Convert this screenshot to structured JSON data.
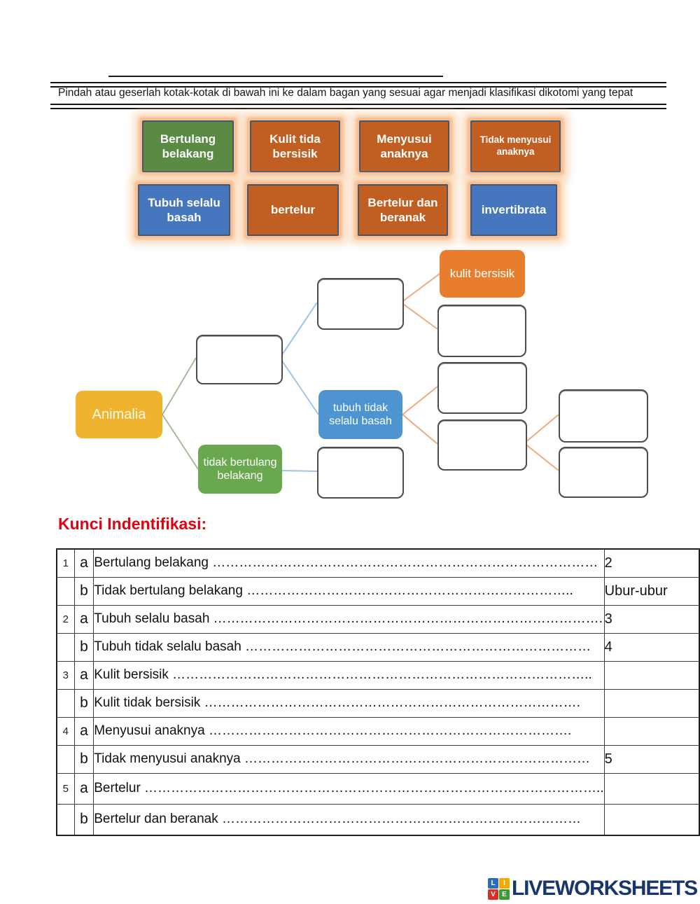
{
  "header": {
    "instruction": "Pindah atau geserlah kotak-kotak di bawah ini ke dalam bagan yang sesuai agar menjadi klasifikasi dikotomi yang tepat"
  },
  "colors": {
    "drag_green": "#5b8a44",
    "drag_orange": "#c05f21",
    "drag_blue": "#4676bd",
    "drag_border": "#47566b",
    "glow": "#f5c29b",
    "node_yellow": "#f0b32e",
    "node_green": "#6aa84f",
    "node_blue": "#4d94d0",
    "node_orange": "#e87d2e",
    "line_green": "#9cb98f",
    "line_blue": "#9dc3e6",
    "line_orange": "#f0a87c",
    "key_title_red": "#e30010",
    "brand_navy": "#17366d",
    "logo_blue": "#2a6fb5",
    "logo_yellow": "#f2a900",
    "logo_red": "#d93025",
    "logo_green": "#3d9b35"
  },
  "drag_boxes": [
    {
      "label": "Bertulang belakang",
      "color": "#5b8a44"
    },
    {
      "label": "Kulit tida bersisik",
      "color": "#c05f21"
    },
    {
      "label": "Menyusui anaknya",
      "color": "#c05f21"
    },
    {
      "label": "Tidak menyusui anaknya",
      "color": "#c05f21"
    },
    {
      "label": "Tubuh selalu basah",
      "color": "#4676bd"
    },
    {
      "label": "bertelur",
      "color": "#c05f21"
    },
    {
      "label": "Bertelur dan beranak",
      "color": "#c05f21"
    },
    {
      "label": "invertibrata",
      "color": "#4676bd"
    }
  ],
  "diagram": {
    "root": {
      "label": "Animalia",
      "color": "#f0b32e"
    },
    "labeled_nodes": [
      {
        "label": "tidak bertulang belakang",
        "color": "#6aa84f"
      },
      {
        "label": "tubuh tidak selalu basah",
        "color": "#4d94d0"
      },
      {
        "label": "kulit bersisik",
        "color": "#e87d2e"
      }
    ],
    "empty_slot_count": 8
  },
  "key_section": {
    "title": "Kunci Indentifikasi:"
  },
  "table": {
    "rows": [
      {
        "num": "1",
        "letter": "a",
        "text": "Bertulang belakang ……………………………………………………………………………",
        "answer": "2"
      },
      {
        "num": "",
        "letter": "b",
        "text": "Tidak bertulang belakang ………………………………………………………………..",
        "answer": "Ubur-ubur"
      },
      {
        "num": "2",
        "letter": "a",
        "text": "Tubuh selalu basah …………………………………………………………………………….",
        "answer": "3"
      },
      {
        "num": "",
        "letter": "b",
        "text": "Tubuh tidak selalu basah ……………………………………………………………………",
        "answer": "4"
      },
      {
        "num": "3",
        "letter": "a",
        "text": "Kulit bersisik  …………………………………………………………………………………..",
        "answer": ""
      },
      {
        "num": "",
        "letter": "b",
        "text": "Kulit tidak bersisik ………………………………………………………………………….",
        "answer": ""
      },
      {
        "num": "4",
        "letter": "a",
        "text": "Menyusui anaknya ……………………………………………………………………….",
        "answer": ""
      },
      {
        "num": "",
        "letter": "b",
        "text": "Tidak menyusui anaknya ……………………………………………………………………",
        "answer": "5"
      },
      {
        "num": "5",
        "letter": "a",
        "text": "Bertelur …………………………………………………………………………………………..",
        "answer": ""
      },
      {
        "num": "",
        "letter": "b",
        "text": "Bertelur dan beranak ………………………………………………………………………",
        "answer": ""
      }
    ]
  },
  "footer": {
    "brand": "LIVEWORKSHEETS",
    "logo_letters": [
      "L",
      "I",
      "V",
      "E"
    ]
  }
}
